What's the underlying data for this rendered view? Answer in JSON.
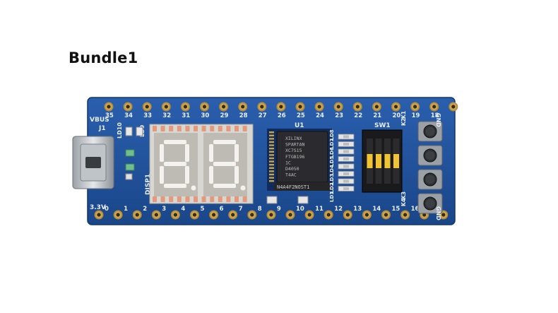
{
  "heading": "Bundle1",
  "board": {
    "colors": {
      "pcb": "#1f4f9c",
      "pcb_dark": "#173e7e",
      "silk": "#e8eef7",
      "gold": "#c9a24a",
      "chip": "#2a2a2e",
      "dip": "#f1c232"
    },
    "labels": {
      "vbus": "VBUS",
      "j1": "J1",
      "v33": "3.3V",
      "ld10": "LD10",
      "ld9": "LD9",
      "disp1": "DISP1",
      "u1": "U1",
      "sw1": "SW1",
      "gnd_top": "GND",
      "gnd_bottom": "GND",
      "chip_text": [
        "XILINX",
        "SPARTAN",
        "XC7S15",
        "FTGB196",
        "1C",
        "D4050",
        "T4AC"
      ],
      "flash_text": "N4A4F2NOST1",
      "led_labels": [
        "LD1",
        "LD2",
        "LD3",
        "LD4",
        "LD5",
        "LD6",
        "LD7",
        "LD8"
      ],
      "k_labels": [
        "K1",
        "K2",
        "K3",
        "K4"
      ]
    },
    "top_pins": [
      "35",
      "34",
      "33",
      "32",
      "31",
      "30",
      "29",
      "28",
      "27",
      "26",
      "25",
      "24",
      "23",
      "22",
      "21",
      "20",
      "19",
      "18"
    ],
    "bottom_pins": [
      "0",
      "1",
      "2",
      "3",
      "4",
      "5",
      "6",
      "7",
      "8",
      "9",
      "10",
      "11",
      "12",
      "13",
      "14",
      "15",
      "16",
      "17"
    ]
  }
}
